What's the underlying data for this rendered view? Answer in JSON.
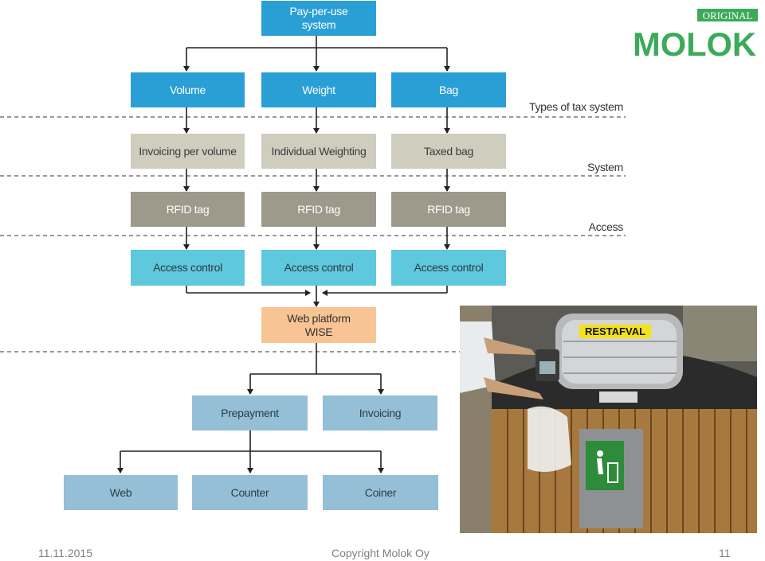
{
  "diagram": {
    "root": "Pay-per-use system",
    "tax_types": [
      "Volume",
      "Weight",
      "Bag"
    ],
    "systems": [
      "Invoicing per volume",
      "Individual Weighting",
      "Taxed bag"
    ],
    "access": [
      "RFID tag",
      "RFID tag",
      "RFID tag"
    ],
    "controls": [
      "Access control",
      "Access control",
      "Access control"
    ],
    "platform": "Web platform WISE",
    "payment": [
      "Prepayment",
      "Invoicing"
    ],
    "channels": [
      "Web",
      "Counter",
      "Coiner"
    ],
    "levels": {
      "types": "Types of tax system",
      "system": "System",
      "access": "Access"
    },
    "colors": {
      "primary_blue": "#2a9fd6",
      "light_gray": "#cfcdbd",
      "dark_gray": "#9d9a8c",
      "cyan": "#5ec8dd",
      "orange": "#f9c494",
      "steel_blue": "#95bfd6",
      "brand_green": "#3bab5a"
    }
  },
  "logo": {
    "badge": "ORIGINAL",
    "wordmark": "MOLOK"
  },
  "photo": {
    "sign": "RESTAFVAL"
  },
  "footer": {
    "date": "11.11.2015",
    "copyright": "Copyright Molok Oy",
    "page": "11"
  }
}
